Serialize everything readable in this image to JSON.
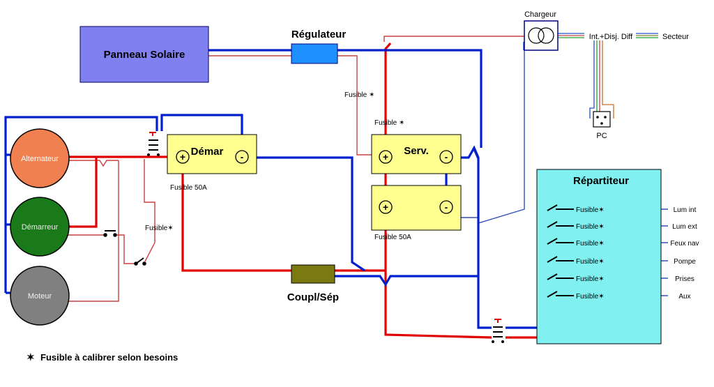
{
  "components": {
    "solar_panel": "Panneau Solaire",
    "regulator": "Régulateur",
    "charger": "Chargeur",
    "breaker": "Int.+Disj. Diff",
    "mains": "Secteur",
    "pc": "PC",
    "battery_start": "Démar",
    "battery_service": "Serv.",
    "coupler": "Coupl/Sép",
    "distributor": "Répartiteur",
    "alternator": "Alternateur",
    "starter": "Démarreur",
    "engine": "Moteur"
  },
  "fuses": {
    "regulator": "Fusible ✶",
    "service": "Fusible ✶",
    "starter": "Fusible✶",
    "start_battery": "Fusible 50A",
    "service_battery": "Fusible 50A"
  },
  "terminals": {
    "plus": "+",
    "minus": "-"
  },
  "circuits": [
    {
      "fuse": "Fusible✶",
      "name": "Lum int"
    },
    {
      "fuse": "Fusible✶",
      "name": "Lum ext"
    },
    {
      "fuse": "Fusible✶",
      "name": "Feux nav"
    },
    {
      "fuse": "Fusible✶",
      "name": "Pompe"
    },
    {
      "fuse": "Fusible✶",
      "name": "Prises"
    },
    {
      "fuse": "Fusible✶",
      "name": "Aux"
    }
  ],
  "legend": {
    "symbol": "✶",
    "text": "Fusible à calibrer selon besoins"
  },
  "colors": {
    "positive": "#e00000",
    "negative": "#0020d0",
    "thin_positive": "#c84040",
    "solar_panel": "#8080f0",
    "regulator": "#1e90ff",
    "battery": "#ffff90",
    "coupler": "#7a7a10",
    "distributor": "#80f0f0",
    "alternator": "#f08050",
    "starter": "#1a7a1a",
    "engine": "#808080"
  }
}
